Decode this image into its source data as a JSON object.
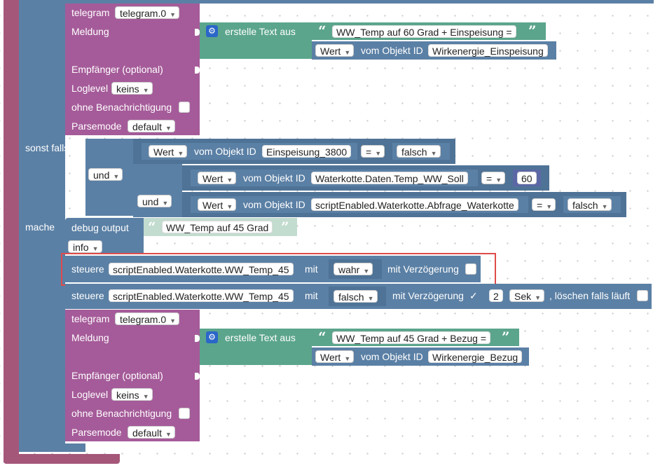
{
  "blocks": {
    "telegram1": {
      "telegram_label": "telegram",
      "telegram_instance": "telegram.0",
      "meldung_label": "Meldung",
      "create_text_label": "erstelle Text aus",
      "text_value": "WW_Temp auf 60 Grad + Einspeisung =",
      "wert_label": "Wert",
      "vom_objekt_label": "vom Objekt ID",
      "object_id": "Wirkenergie_Einspeisung",
      "empfaenger_label": "Empfänger (optional)",
      "loglevel_label": "Loglevel",
      "loglevel_value": "keins",
      "ohne_label": "ohne Benachrichtigung",
      "parsemode_label": "Parsemode",
      "parsemode_value": "default"
    },
    "condition": {
      "sonst_falls_label": "sonst falls",
      "und_label": "und",
      "row1": {
        "wert": "Wert",
        "vom": "vom Objekt ID",
        "object": "Einspeisung_3800",
        "op": "=",
        "value": "falsch"
      },
      "row2": {
        "wert": "Wert",
        "vom": "vom Objekt ID",
        "object": "Waterkotte.Daten.Temp_WW_Soll",
        "op": "=",
        "value": "60"
      },
      "row3": {
        "wert": "Wert",
        "vom": "vom Objekt ID",
        "object": "scriptEnabled.Waterkotte.Abfrage_Waterkotte",
        "op": "=",
        "value": "falsch"
      }
    },
    "mache_label": "mache",
    "debug": {
      "label": "debug output",
      "text": "WW_Temp auf 45 Grad",
      "level": "info"
    },
    "steuere1": {
      "label": "steuere",
      "object": "scriptEnabled.Waterkotte.WW_Temp_45",
      "mit": "mit",
      "value": "wahr",
      "delay_label": "mit Verzögerung"
    },
    "steuere2": {
      "label": "steuere",
      "object": "scriptEnabled.Waterkotte.WW_Temp_45",
      "mit": "mit",
      "value": "falsch",
      "delay_label": "mit Verzögerung",
      "check": "✓",
      "delay_value": "2",
      "unit": "Sek",
      "clear_label": ", löschen falls läuft"
    },
    "telegram2": {
      "telegram_label": "telegram",
      "telegram_instance": "telegram.0",
      "meldung_label": "Meldung",
      "create_text_label": "erstelle Text aus",
      "text_value": "WW_Temp auf 45 Grad + Bezug =",
      "wert_label": "Wert",
      "vom_objekt_label": "vom Objekt ID",
      "object_id": "Wirkenergie_Bezug",
      "empfaenger_label": "Empfänger (optional)",
      "loglevel_label": "Loglevel",
      "loglevel_value": "keins",
      "ohne_label": "ohne Benachrichtigung",
      "parsemode_label": "Parsemode",
      "parsemode_value": "default"
    }
  },
  "colors": {
    "logic_blue": "#5b80a5",
    "telegram_purple": "#a55b99",
    "text_green": "#5ba58c",
    "outer_red": "#a5577a",
    "highlight": "#e04a4a"
  },
  "icons": {
    "gear": "gear-icon",
    "dropdown": "dropdown-arrow-icon",
    "quote": "quote-icon"
  }
}
